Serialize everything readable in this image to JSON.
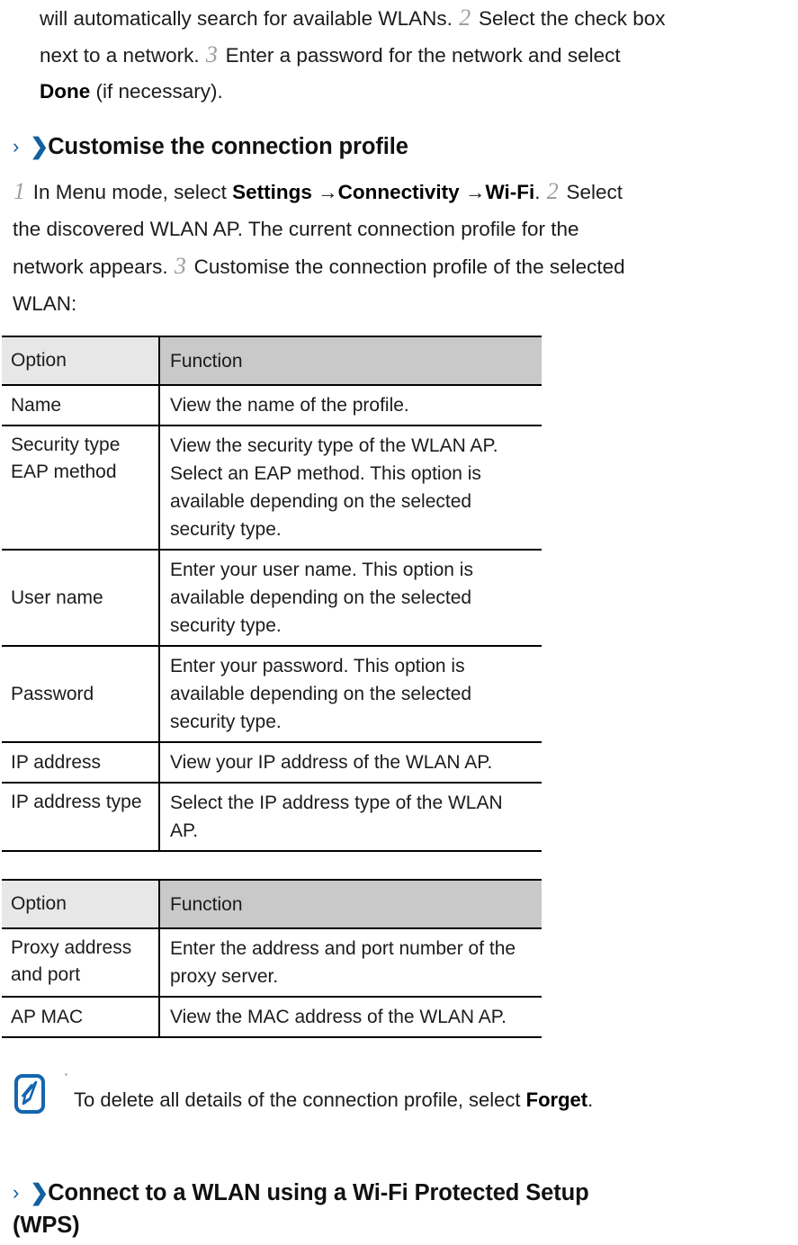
{
  "document": {
    "intro_paragraph": {
      "lines": [
        [
          {
            "t": "text",
            "v": "will automatically search for available WLANs. "
          },
          {
            "t": "step",
            "v": "2"
          },
          {
            "t": "text",
            "v": " Select the check box"
          }
        ],
        [
          {
            "t": "text",
            "v": "next to a network. "
          },
          {
            "t": "step",
            "v": "3"
          },
          {
            "t": "text",
            "v": " Enter a password for the network and select"
          }
        ],
        [
          {
            "t": "bold",
            "v": "Done"
          },
          {
            "t": "text",
            "v": " (if necessary)."
          }
        ]
      ],
      "plain": "will automatically search for available WLANs. 2 Select the check box next to a network. 3 Enter a password for the network and select Done (if necessary)."
    },
    "section_1": {
      "bullet_tick": "›",
      "chevron": "❯",
      "title": "Customise the connection profile",
      "body_lines": [
        [
          {
            "t": "step",
            "v": "1"
          },
          {
            "t": "text",
            "v": " In Menu mode, select "
          },
          {
            "t": "bold",
            "v": "Settings"
          },
          {
            "t": "text",
            "v": " "
          },
          {
            "t": "arrow",
            "v": "→"
          },
          {
            "t": "bold",
            "v": "Connectivity"
          },
          {
            "t": "text",
            "v": " "
          },
          {
            "t": "arrow",
            "v": "→"
          },
          {
            "t": "bold",
            "v": "Wi-Fi"
          },
          {
            "t": "text",
            "v": ". "
          },
          {
            "t": "step",
            "v": "2"
          },
          {
            "t": "text",
            "v": " Select"
          }
        ],
        [
          {
            "t": "text",
            "v": "the discovered WLAN AP. The current connection profile for the"
          }
        ],
        [
          {
            "t": "text",
            "v": "network appears. "
          },
          {
            "t": "step",
            "v": "3"
          },
          {
            "t": "text",
            "v": " Customise the connection profile of the selected"
          }
        ],
        [
          {
            "t": "text",
            "v": "WLAN:"
          }
        ]
      ],
      "body_plain": "1 In Menu mode, select Settings →Connectivity →Wi-Fi. 2 Select the discovered WLAN AP. The current connection profile for the network appears. 3 Customise the connection profile of the selected WLAN:"
    },
    "table_1": {
      "headers": [
        "Option",
        "Function"
      ],
      "rows": [
        {
          "option": "Name",
          "function": "View the name of the profile.",
          "option_align": "middle"
        },
        {
          "option": "Security type EAP method",
          "function": "View the security type of the WLAN AP. Select an EAP method. This option is available depending on the selected security type.",
          "option_align": "top"
        },
        {
          "option": "User name",
          "function": "Enter your user name. This option is available depending on the selected security type.",
          "option_align": "middle"
        },
        {
          "option": "Password",
          "function": "Enter your password. This option is available depending on the selected security type.",
          "option_align": "middle"
        },
        {
          "option": "IP address",
          "function": "View your IP address of the WLAN AP.",
          "option_align": "middle"
        },
        {
          "option": "IP address type",
          "function": "Select the IP address type of the WLAN AP.",
          "option_align": "top"
        }
      ]
    },
    "table_2": {
      "headers": [
        "Option",
        "Function"
      ],
      "rows": [
        {
          "option": "Proxy address and port",
          "function": "Enter the address and port number of the proxy server.",
          "option_align": "top"
        },
        {
          "option": "AP MAC",
          "function": "View the MAC address of the WLAN AP.",
          "option_align": "middle"
        }
      ]
    },
    "note": {
      "icon_name": "note-pencil-icon",
      "text_parts": [
        {
          "t": "text",
          "v": "To delete all details of the connection profile, select "
        },
        {
          "t": "bold",
          "v": "Forget"
        },
        {
          "t": "text",
          "v": "."
        }
      ],
      "plain": "To delete all details of the connection profile, select Forget."
    },
    "section_2": {
      "bullet_tick": "›",
      "chevron": "❯",
      "title_line_1": "Connect to a WLAN using a Wi-Fi Protected Setup",
      "title_line_2": "(WPS)",
      "title": "Connect to a WLAN using a Wi-Fi Protected Setup (WPS)"
    },
    "colors": {
      "accent_blue": "#12609F",
      "step_number_grey": "#9D9D9D",
      "header_option_bg": "#E7E7E7",
      "header_function_bg": "#C9C9C9",
      "rule": "#000000",
      "body_text": "#1C1C1C"
    }
  }
}
